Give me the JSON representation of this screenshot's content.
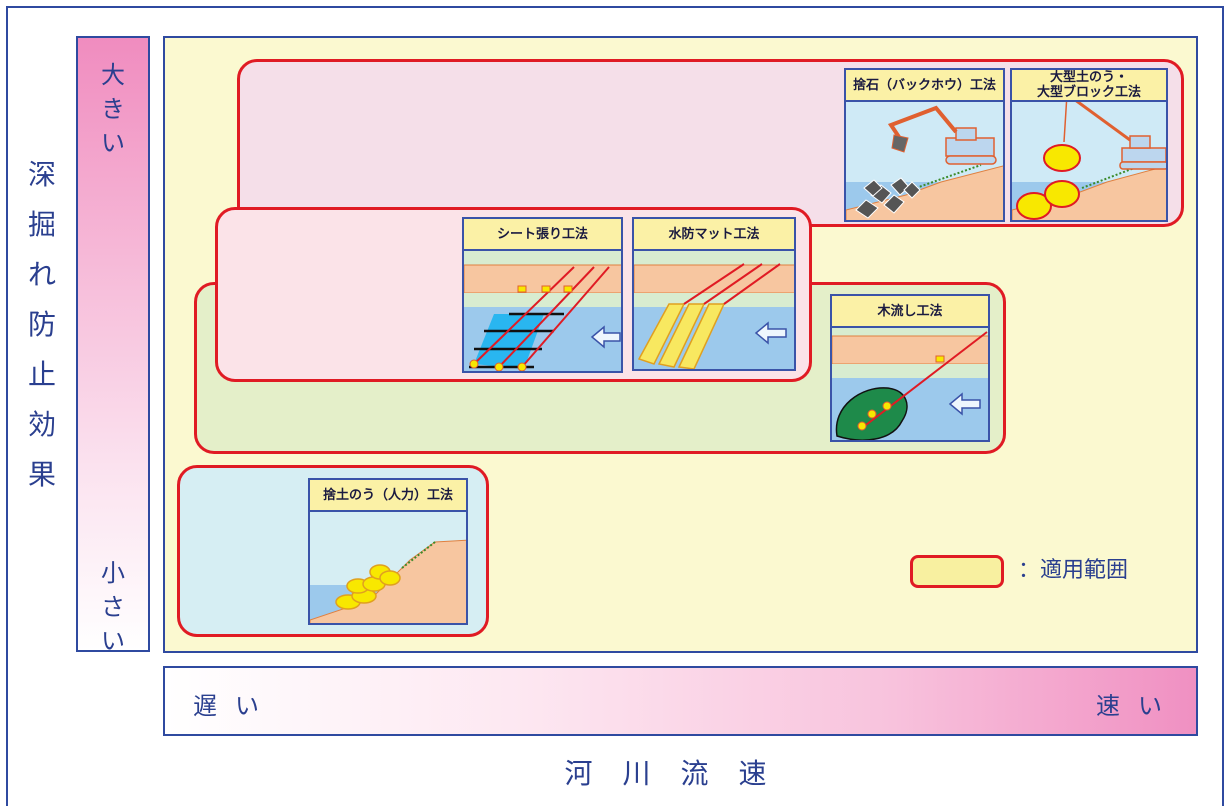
{
  "y_axis": {
    "label_chars": [
      "深",
      "掘",
      "れ",
      "防",
      "止",
      "効",
      "果"
    ],
    "high_chars": [
      "大",
      "き",
      "い"
    ],
    "low_chars": [
      "小",
      "さ",
      "い"
    ]
  },
  "x_axis": {
    "label": "河川流速",
    "slow": "遅い",
    "fast": "速い"
  },
  "legend": {
    "label": "：適用範囲",
    "swatch_color": "#f8f0a0",
    "border_color": "#e01b24"
  },
  "methods": {
    "sute_ishi": "捨石（バックホウ）工法",
    "ogata_line1": "大型土のう・",
    "ogata_line2": "大型ブロック工法",
    "sheet": "シート張り工法",
    "suibo_mat": "水防マット工法",
    "ki_nagashi": "木流し工法",
    "sute_donou": "捨土のう（人力）工法"
  },
  "colors": {
    "zone_pink": "#f5dfe9",
    "zone_salmon": "#fbe3e8",
    "zone_green": "#e4efc9",
    "zone_blue": "#d6eef3",
    "zone_border": "#e01b24",
    "axis_text": "#2a3f8f"
  }
}
